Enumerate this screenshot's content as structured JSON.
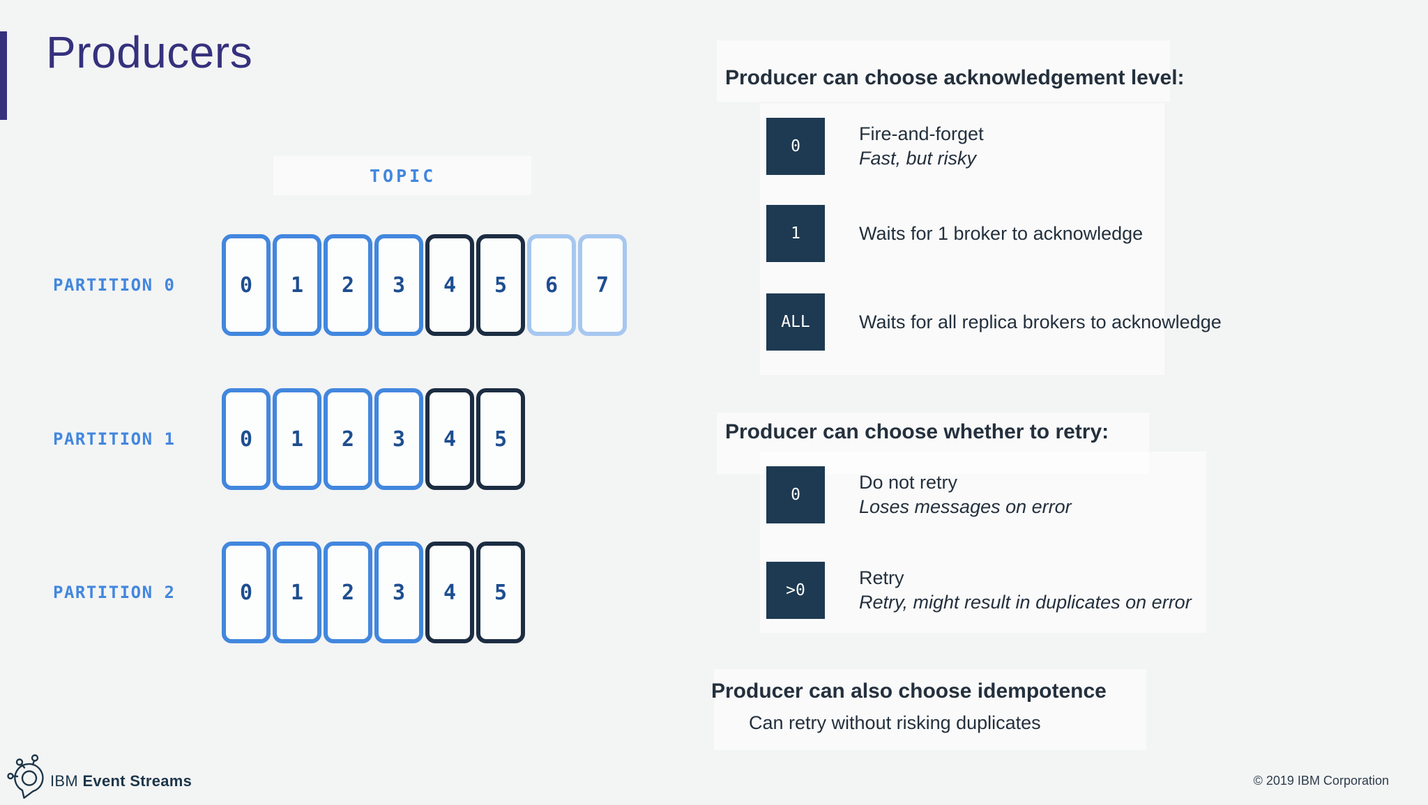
{
  "slide": {
    "title": "Producers"
  },
  "topic_diagram": {
    "topic_label": "TOPIC",
    "partitions": [
      {
        "label": "PARTITION 0",
        "cells": [
          {
            "n": "0",
            "style": "blue"
          },
          {
            "n": "1",
            "style": "blue"
          },
          {
            "n": "2",
            "style": "blue"
          },
          {
            "n": "3",
            "style": "blue"
          },
          {
            "n": "4",
            "style": "navy"
          },
          {
            "n": "5",
            "style": "navy"
          },
          {
            "n": "6",
            "style": "light"
          },
          {
            "n": "7",
            "style": "light"
          }
        ]
      },
      {
        "label": "PARTITION 1",
        "cells": [
          {
            "n": "0",
            "style": "blue"
          },
          {
            "n": "1",
            "style": "blue"
          },
          {
            "n": "2",
            "style": "blue"
          },
          {
            "n": "3",
            "style": "blue"
          },
          {
            "n": "4",
            "style": "navy"
          },
          {
            "n": "5",
            "style": "navy"
          }
        ]
      },
      {
        "label": "PARTITION 2",
        "cells": [
          {
            "n": "0",
            "style": "blue"
          },
          {
            "n": "1",
            "style": "blue"
          },
          {
            "n": "2",
            "style": "blue"
          },
          {
            "n": "3",
            "style": "blue"
          },
          {
            "n": "4",
            "style": "navy"
          },
          {
            "n": "5",
            "style": "navy"
          }
        ]
      }
    ]
  },
  "ack_section": {
    "heading": "Producer can choose acknowledgement level:",
    "items": [
      {
        "badge": "0",
        "line1": "Fire-and-forget",
        "line2": "Fast, but risky"
      },
      {
        "badge": "1",
        "line1": "Waits for 1 broker to acknowledge",
        "line2": ""
      },
      {
        "badge": "ALL",
        "line1": "Waits for all replica brokers to acknowledge",
        "line2": ""
      }
    ]
  },
  "retry_section": {
    "heading": "Producer can choose whether to retry:",
    "items": [
      {
        "badge": "0",
        "line1": "Do not retry",
        "line2": "Loses messages on error"
      },
      {
        "badge": ">0",
        "line1": "Retry",
        "line2": "Retry, might result in duplicates on error"
      }
    ]
  },
  "idempotence_section": {
    "heading": "Producer can also choose idempotence",
    "subtext": "Can retry without risking duplicates"
  },
  "footer": {
    "brand_prefix": "IBM",
    "brand_name": "Event Streams",
    "copyright": "© 2019 IBM Corporation",
    "logo_icon": "event-streams-bubble-icon"
  },
  "colors": {
    "accent_blue": "#4287DE",
    "light_blue": "#A6C7EF",
    "dark_navy": "#1C2D42",
    "badge_navy": "#1E3A52",
    "number_blue": "#1D4E90",
    "title_indigo": "#35317D",
    "heading_slate": "#24303D",
    "footer_navy": "#1D3649"
  }
}
